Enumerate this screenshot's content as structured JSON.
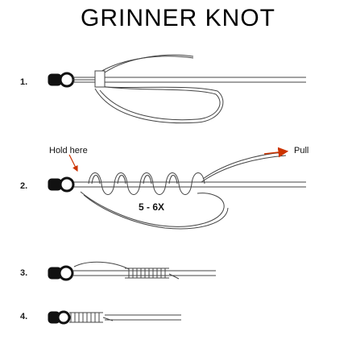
{
  "title": "GRINNER KNOT",
  "steps": [
    {
      "label": "1."
    },
    {
      "label": "2."
    },
    {
      "label": "3."
    },
    {
      "label": "4."
    }
  ],
  "annotations": {
    "hold": "Hold here",
    "pull": "Pull",
    "turns": "5 - 6X"
  },
  "colors": {
    "line": "#444444",
    "eye": "#111111",
    "arrow": "#cc3300",
    "hold_arrow": "#cc3300"
  }
}
